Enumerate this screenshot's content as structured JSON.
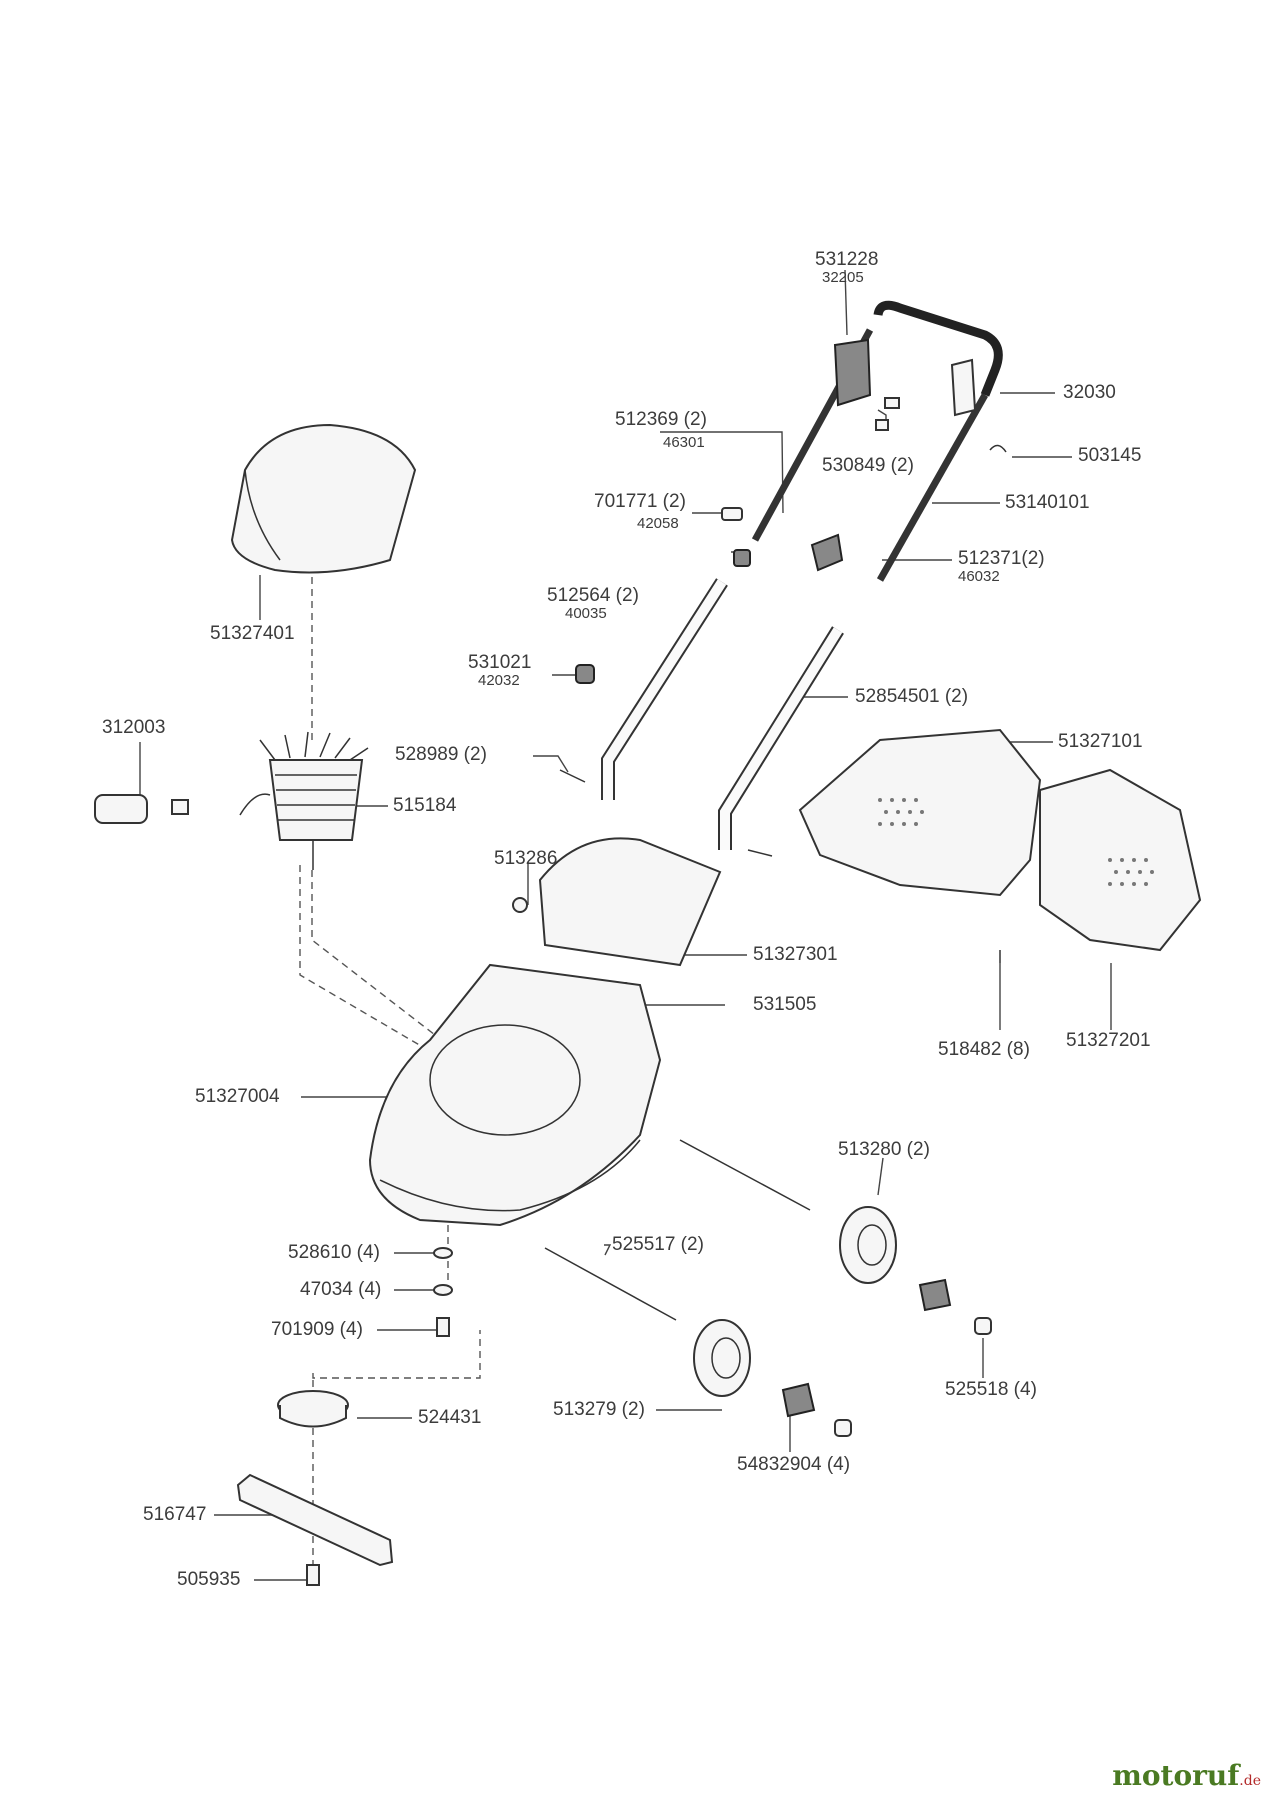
{
  "brand": {
    "name": "motoruf",
    "tld": ".de"
  },
  "parts": [
    {
      "id": "p531228",
      "number": "531228",
      "sub": "32205"
    },
    {
      "id": "p32030",
      "number": "32030"
    },
    {
      "id": "p512369",
      "number": "512369 (2)",
      "sub": "46301"
    },
    {
      "id": "p530849",
      "number": "530849 (2)"
    },
    {
      "id": "p503145",
      "number": "503145"
    },
    {
      "id": "p701771",
      "number": "701771 (2)",
      "sub": "42058"
    },
    {
      "id": "p53140101",
      "number": "53140101"
    },
    {
      "id": "p512371",
      "number": "512371(2)",
      "sub": "46032"
    },
    {
      "id": "p512564",
      "number": "512564 (2)",
      "sub": "40035"
    },
    {
      "id": "p51327401",
      "number": "51327401"
    },
    {
      "id": "p531021",
      "number": "531021",
      "sub": "42032"
    },
    {
      "id": "p52854501",
      "number": "52854501 (2)"
    },
    {
      "id": "p312003",
      "number": "312003"
    },
    {
      "id": "p528989",
      "number": "528989 (2)"
    },
    {
      "id": "p51327101",
      "number": "51327101"
    },
    {
      "id": "p515184",
      "number": "515184"
    },
    {
      "id": "p513286",
      "number": "513286"
    },
    {
      "id": "p51327301",
      "number": "51327301"
    },
    {
      "id": "p531505",
      "number": "531505"
    },
    {
      "id": "p518482",
      "number": "518482 (8)"
    },
    {
      "id": "p51327201",
      "number": "51327201"
    },
    {
      "id": "p51327004",
      "number": "51327004"
    },
    {
      "id": "p513280",
      "number": "513280 (2)"
    },
    {
      "id": "p528610",
      "number": "528610 (4)"
    },
    {
      "id": "p525517",
      "number": "525517 (2)"
    },
    {
      "id": "p47034",
      "number": "47034 (4)"
    },
    {
      "id": "p701909",
      "number": "701909 (4)"
    },
    {
      "id": "p525518",
      "number": "525518 (4)"
    },
    {
      "id": "p524431",
      "number": "524431"
    },
    {
      "id": "p513279",
      "number": "513279 (2)"
    },
    {
      "id": "p54832904",
      "number": "54832904 (4)"
    },
    {
      "id": "p516747",
      "number": "516747"
    },
    {
      "id": "p505935",
      "number": "505935"
    }
  ]
}
